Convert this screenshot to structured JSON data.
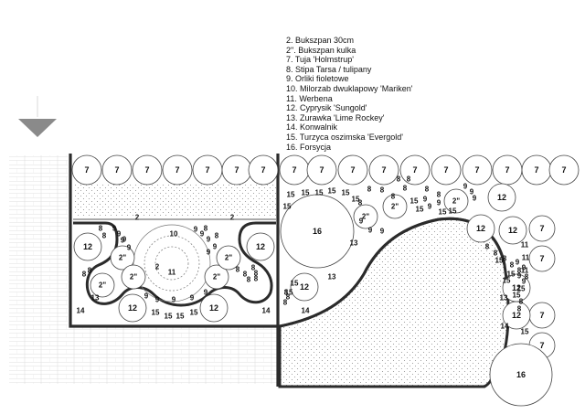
{
  "legend": [
    "2.  Bukszpan 30cm",
    "2\". Bukszpan kulka",
    "7.  Tuja 'Holmstrup'",
    "8.  Stipa Tarsa / tulipany",
    "9.  Orliki fioletowe",
    "10. Milorzab dwuklapowy 'Mariken'",
    "11. Werbena",
    "12. Cyprysik 'Sungold'",
    "13. Zurawka 'Lime Rockey'",
    "14. Konwalnik",
    "15. Turzyca oszimska 'Evergold'",
    "16. Forsycja"
  ],
  "colors": {
    "line": "#2b2b2b",
    "dots": "#9a9a9a",
    "paving": "#e2e2e2",
    "arrow": "#8a8a8a"
  },
  "plants": {
    "thuja_left": [
      "7",
      "7",
      "7",
      "7",
      "7",
      "7",
      "7"
    ],
    "thuja_right": [
      "7",
      "7",
      "7",
      "7",
      "7",
      "7",
      "7",
      "7",
      "7",
      "7"
    ],
    "thuja_side": [
      "7",
      "7",
      "7",
      "7"
    ],
    "hedge_labels": [
      "2",
      "2"
    ],
    "center_tree": "10",
    "center_box": "2",
    "center_verbena": "11",
    "box_balls_left": [
      "2\"",
      "2\"",
      "2\"",
      "2\"",
      "2\""
    ],
    "box_balls_right": [
      "2\"",
      "2\"",
      "2\""
    ],
    "cypress_left": [
      "12",
      "12",
      "12",
      "12"
    ],
    "cypress_right": [
      "12",
      "12",
      "12",
      "12",
      "12",
      "12"
    ],
    "forsythia": [
      "16",
      "16"
    ],
    "heuchera": [
      "13",
      "13",
      "13",
      "13"
    ],
    "convallaria": [
      "14",
      "14",
      "14",
      "14"
    ],
    "arrow_icon": "triangle-down"
  },
  "small_labels": {
    "eights": [
      "8",
      "8",
      "8",
      "8",
      "8",
      "8",
      "8",
      "8",
      "8",
      "8",
      "8",
      "8",
      "8",
      "8",
      "8",
      "8",
      "8",
      "8",
      "8",
      "8",
      "8",
      "8",
      "8",
      "8",
      "8",
      "8",
      "8",
      "8",
      "8",
      "8",
      "8",
      "8"
    ],
    "nines": [
      "9",
      "9",
      "9",
      "9",
      "9",
      "9",
      "9",
      "9",
      "9",
      "9",
      "9",
      "9",
      "9",
      "9",
      "9",
      "9",
      "9",
      "9",
      "9",
      "9",
      "9",
      "9",
      "9",
      "9",
      "9",
      "9",
      "9",
      "9"
    ],
    "fifteens": [
      "15",
      "15",
      "15",
      "15",
      "15",
      "15",
      "15",
      "15",
      "15",
      "15",
      "15",
      "15",
      "15",
      "15",
      "15",
      "15",
      "15",
      "15",
      "15",
      "15",
      "15",
      "15",
      "15"
    ],
    "elevens": [
      "11",
      "11",
      "11"
    ]
  }
}
